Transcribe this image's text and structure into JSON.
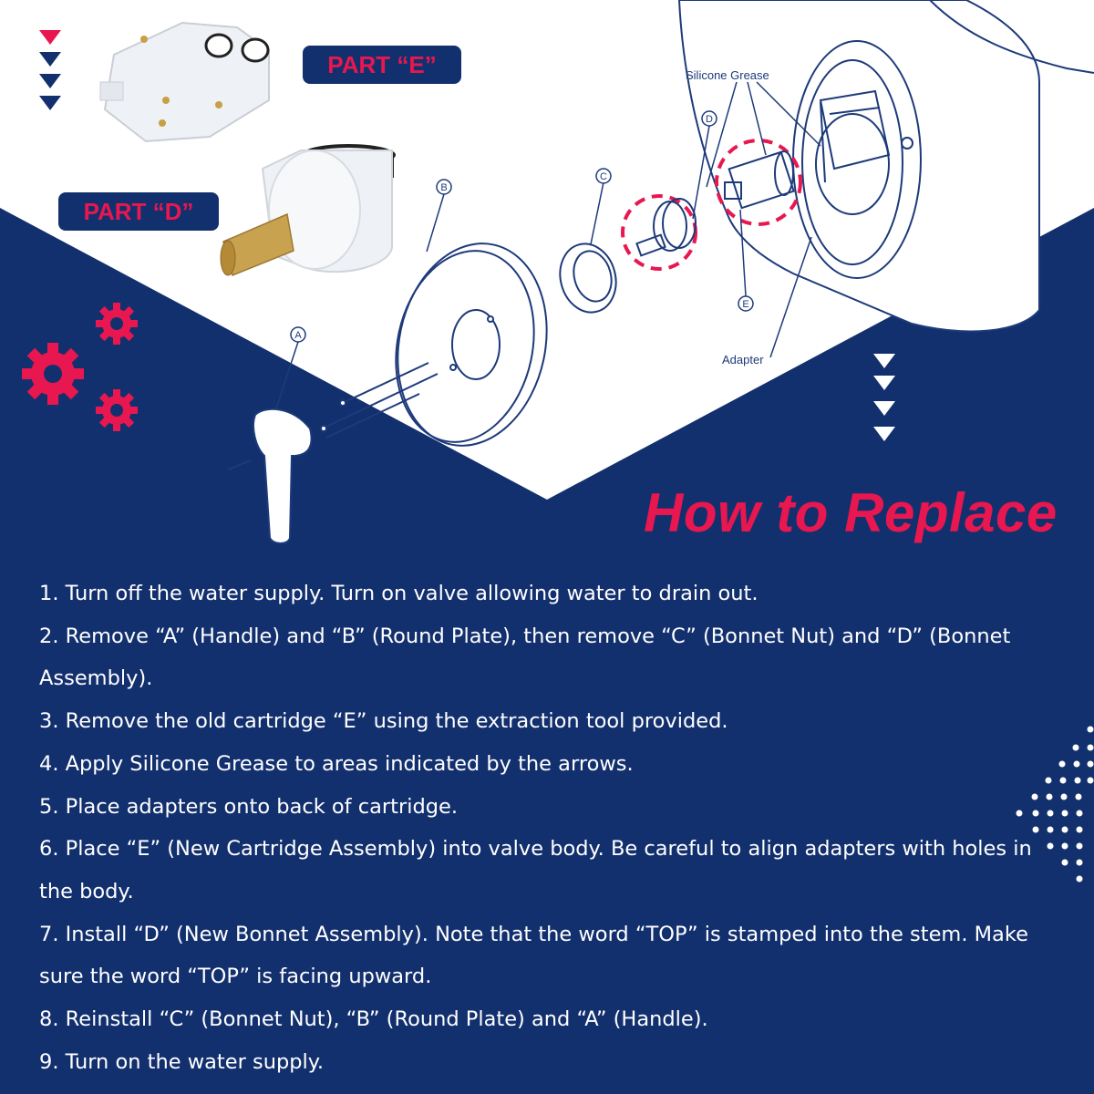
{
  "labels": {
    "part_e": "PART “E”",
    "part_d": "PART “D”",
    "title": "How to Replace"
  },
  "callouts": {
    "A": "A",
    "B": "B",
    "C": "C",
    "D": "D",
    "E": "E",
    "silicone_grease": "Silicone Grease",
    "adapter": "Adapter"
  },
  "steps": [
    "1. Turn off the water supply. Turn on valve allowing water to drain out.",
    "2. Remove “A” (Handle) and “B” (Round Plate), then remove “C” (Bonnet Nut) and “D” (Bonnet Assembly).",
    "3. Remove the old cartridge “E” using the extraction tool provided.",
    "4. Apply Silicone Grease to areas indicated by the arrows.",
    "5. Place adapters onto back of cartridge.",
    "6. Place “E” (New Cartridge Assembly) into valve body. Be careful to align adapters with holes in the body.",
    "7. Install “D” (New Bonnet Assembly). Note that the word “TOP” is stamped into the stem. Make sure the word “TOP” is facing upward.",
    "8. Reinstall “C” (Bonnet Nut), “B” (Round Plate) and “A” (Handle).",
    "9. Turn on the water supply."
  ],
  "colors": {
    "navy": "#13306e",
    "accent": "#e8174f",
    "white": "#ffffff",
    "line": "#1d3a7a"
  }
}
